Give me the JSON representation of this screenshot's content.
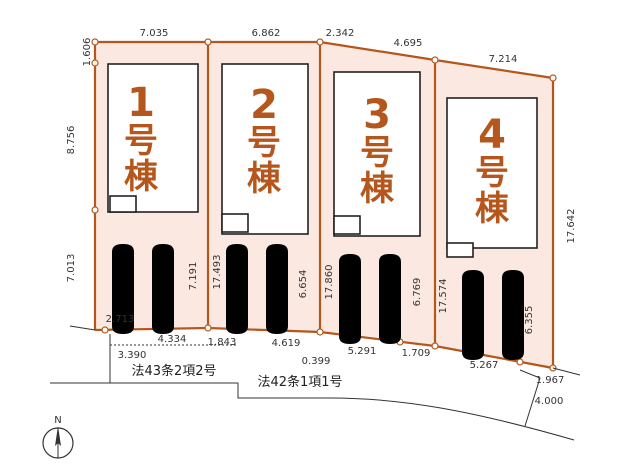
{
  "lots": [
    {
      "number": "1",
      "kanji_top": "号",
      "kanji_bottom": "棟"
    },
    {
      "number": "2",
      "kanji_top": "号",
      "kanji_bottom": "棟"
    },
    {
      "number": "3",
      "kanji_top": "号",
      "kanji_bottom": "棟"
    },
    {
      "number": "4",
      "kanji_top": "号",
      "kanji_bottom": "棟"
    }
  ],
  "dimensions": {
    "top_1": "7.035",
    "top_2": "6.862",
    "top_3a": "2.342",
    "top_3b": "4.695",
    "top_4": "7.214",
    "left_a": "1.606",
    "left_b": "8.756",
    "left_c": "7.013",
    "lot1_right": "7.191",
    "lot2_left": "17.493",
    "lot2_right": "6.654",
    "lot3_left": "17.860",
    "lot3_right": "6.769",
    "lot4_left": "17.574",
    "lot4_right": "6.355",
    "right_edge": "17.642",
    "bottom_1a": "2.713",
    "bottom_1b": "4.334",
    "bottom_2a": "1.843",
    "bottom_2b": "4.619",
    "bottom_2c": "0.399",
    "bottom_3a": "5.291",
    "bottom_3b": "1.709",
    "bottom_4": "5.267",
    "road_a": "3.390",
    "road_b": "1.967",
    "road_c": "4.000"
  },
  "roads": {
    "left_road": "法43条2項2号",
    "main_road": "法42条1項1号"
  },
  "compass": {
    "north": "N"
  }
}
